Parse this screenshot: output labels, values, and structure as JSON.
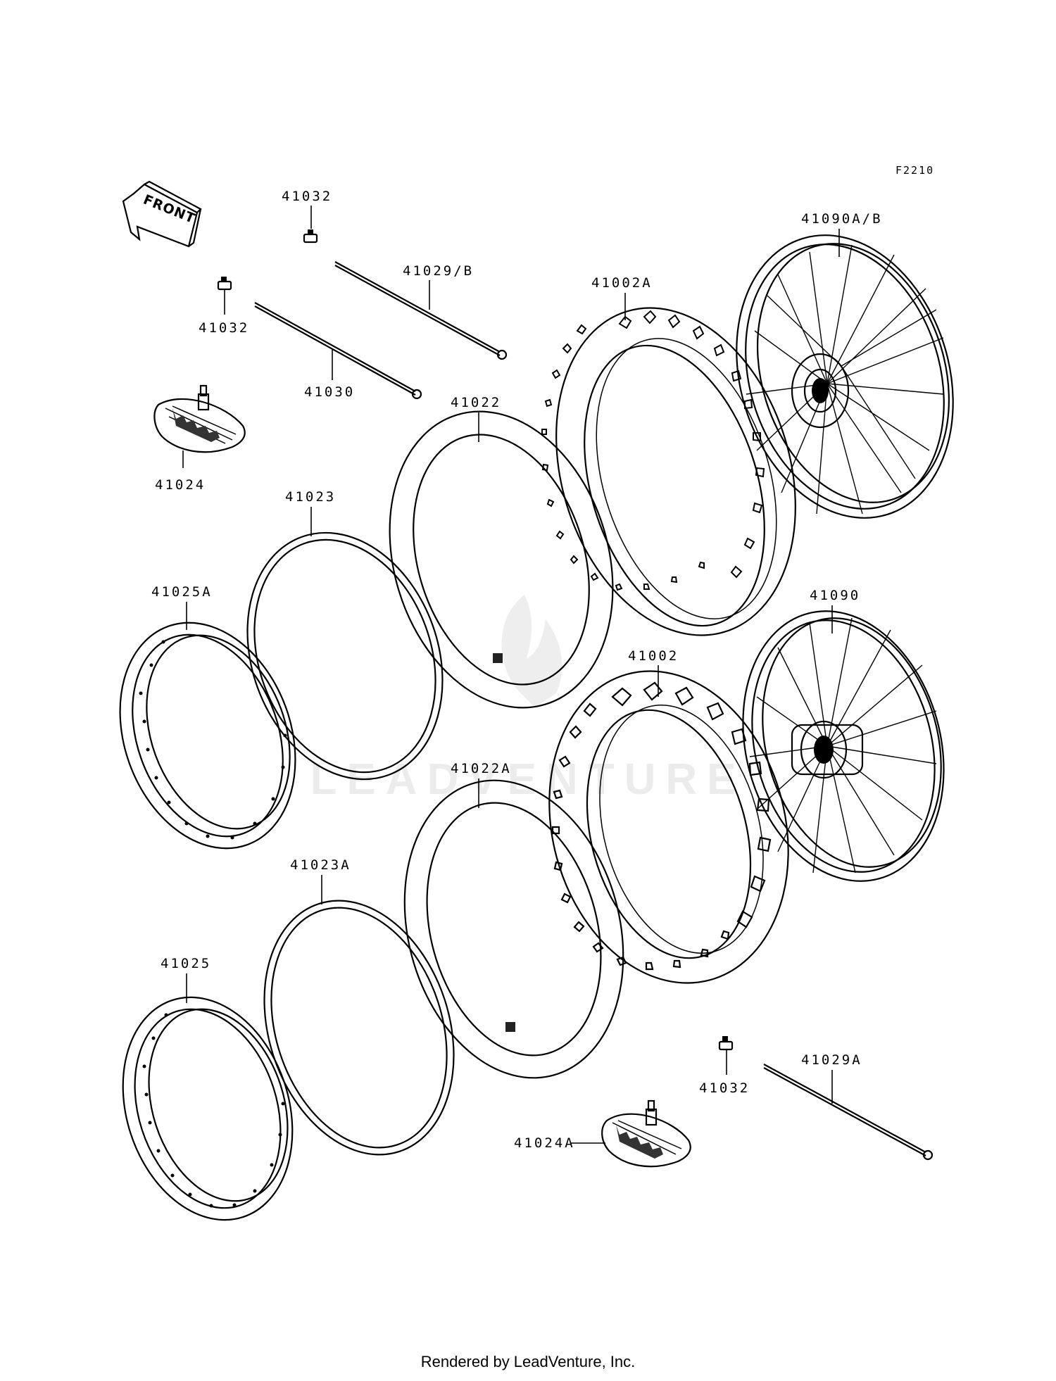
{
  "diagram": {
    "figure_code": "F2210",
    "direction_label": "FRONT",
    "watermark": "LEADVENTURE",
    "footer": "Rendered by LeadVenture, Inc.",
    "parts": [
      {
        "id": "41032_top",
        "label": "41032"
      },
      {
        "id": "41032_mid",
        "label": "41032"
      },
      {
        "id": "41032_low",
        "label": "41032"
      },
      {
        "id": "41029_b",
        "label": "41029/B"
      },
      {
        "id": "41029_a",
        "label": "41029A"
      },
      {
        "id": "41030",
        "label": "41030"
      },
      {
        "id": "41024",
        "label": "41024"
      },
      {
        "id": "41024_a",
        "label": "41024A"
      },
      {
        "id": "41022",
        "label": "41022"
      },
      {
        "id": "41022_a",
        "label": "41022A"
      },
      {
        "id": "41023",
        "label": "41023"
      },
      {
        "id": "41023_a",
        "label": "41023A"
      },
      {
        "id": "41025_a",
        "label": "41025A"
      },
      {
        "id": "41025",
        "label": "41025"
      },
      {
        "id": "41002_a",
        "label": "41002A"
      },
      {
        "id": "41002",
        "label": "41002"
      },
      {
        "id": "41090_ab",
        "label": "41090A/B"
      },
      {
        "id": "41090",
        "label": "41090"
      }
    ]
  }
}
